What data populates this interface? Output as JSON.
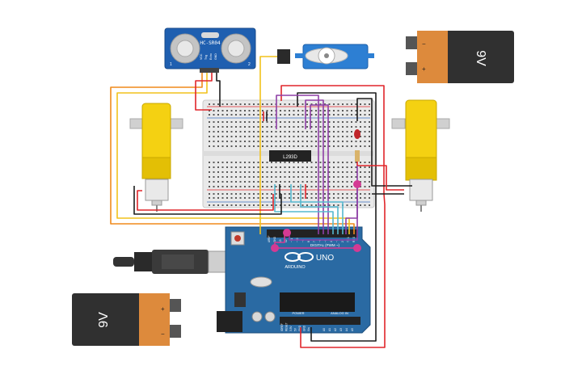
{
  "colors": {
    "wire_red": "#e0252a",
    "wire_black": "#1d1d1d",
    "wire_orange": "#f08a1c",
    "wire_yellow": "#f2c21b",
    "wire_purple": "#8e3fa6",
    "wire_teal": "#55b8cf",
    "wire_pink": "#d43a93",
    "arduino_blue": "#2a6aa3",
    "breadboard": "#e9e9e9",
    "motor_yellow": "#f4d112",
    "battery_orange": "#dd8a3c",
    "battery_dark": "#303030",
    "sensor_blue": "#1f5fb0",
    "servo_blue": "#2d7fd3"
  },
  "components": {
    "ultrasonic": {
      "label": "HC-SR04",
      "pin_labels": [
        "VCC",
        "Trig",
        "Echo",
        "GND"
      ],
      "side_num_left": "1",
      "side_num_right": "2"
    },
    "battery_top": {
      "label": "9V",
      "plus": "+",
      "minus": "−"
    },
    "battery_bottom": {
      "label": "9V",
      "plus": "+",
      "minus": "−"
    },
    "driver_chip": {
      "label": "L293D"
    },
    "arduino": {
      "brand": "ARDUINO",
      "model": "UNO",
      "digital_label": "DIGITAL (PWM ~)",
      "power_label": "POWER",
      "analog_label": "ANALOG IN",
      "top_pin_labels": [
        "AREF",
        "GND",
        "13",
        "12",
        "~11",
        "~10",
        "~9",
        "8",
        "7",
        "~6",
        "~5",
        "4",
        "~3",
        "2",
        "TX 1",
        "RX 0"
      ],
      "power_pin_labels": [
        "IOREF",
        "RESET",
        "3.3V",
        "5V",
        "GND",
        "GND",
        "Vin"
      ],
      "analog_pin_labels": [
        "A0",
        "A1",
        "A2",
        "A3",
        "A4",
        "A5"
      ]
    }
  }
}
